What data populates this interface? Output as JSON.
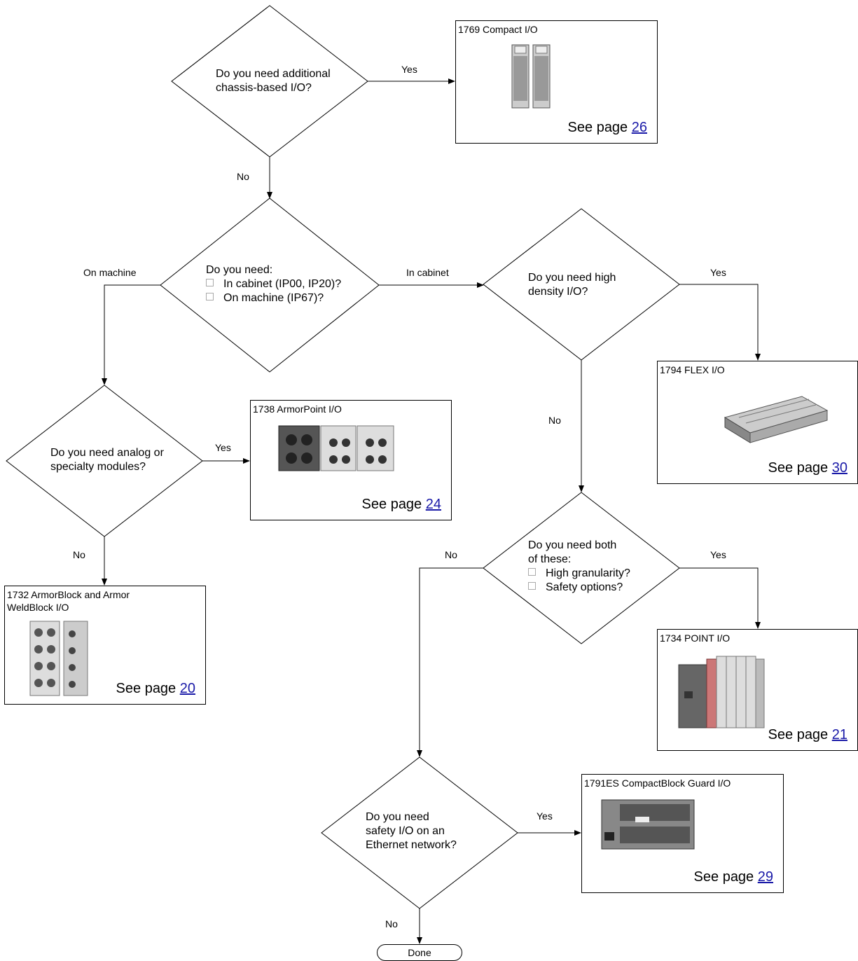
{
  "questions": {
    "q1": [
      "Do you need additional",
      "chassis-based  I/O?"
    ],
    "q2_intro": "Do you need:",
    "q2_options": [
      "In cabinet (IP00, IP20)?",
      "On machine (IP67)?"
    ],
    "q3": [
      "Do you need high",
      "density I/O?"
    ],
    "q4": [
      "Do you need analog or",
      "specialty modules?"
    ],
    "q5_intro": [
      "Do you need both",
      "of these:"
    ],
    "q5_options": [
      "High granularity?",
      "Safety options?"
    ],
    "q6": [
      "Do you need",
      "safety I/O on an",
      "Ethernet network?"
    ]
  },
  "edge_labels": {
    "q1_yes": "Yes",
    "q1_no": "No",
    "q2_left": "On machine",
    "q2_right": "In cabinet",
    "q3_yes": "Yes",
    "q3_no": "No",
    "q4_yes": "Yes",
    "q4_no": "No",
    "q5_yes": "Yes",
    "q5_no": "No",
    "q6_yes": "Yes",
    "q6_no": "No"
  },
  "products": {
    "compact": {
      "title": "1769 Compact I/O",
      "see": "See page",
      "page": "26"
    },
    "armorpoint": {
      "title": "1738 ArmorPoint I/O",
      "see": "See page",
      "page": "24"
    },
    "flex": {
      "title": "1794 FLEX I/O",
      "see": "See page",
      "page": "30"
    },
    "armorblock": {
      "title_lines": [
        "1732 ArmorBlock and Armor",
        "WeldBlock I/O"
      ],
      "see": "See page",
      "page": "20"
    },
    "point": {
      "title": "1734 POINT I/O",
      "see": "See page",
      "page": "21"
    },
    "guard": {
      "title": "1791ES CompactBlock Guard  I/O",
      "see": "See page",
      "page": "29"
    }
  },
  "terminal": "Done"
}
